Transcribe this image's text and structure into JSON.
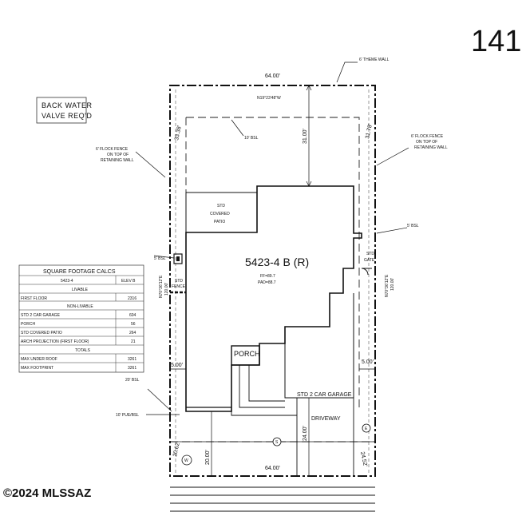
{
  "lot_number": "141",
  "note_box": {
    "line1": "BACK WATER",
    "line2": "VALVE REQ'D"
  },
  "dimensions": {
    "top_width": "64.00'",
    "bottom_width": "64.00'",
    "bearing_top": "N19°23'48\"W",
    "left_top_len": "33.38'",
    "right_top_len": "31.78'",
    "rear_setback": "31.00'",
    "left_bearing": "N70°36'12\"E",
    "left_length": "120.00'",
    "right_bearing": "N70°36'12\"E",
    "right_length": "120.00'",
    "side_left": "5.00'",
    "side_right": "5.00'",
    "front_left": "20.00'",
    "driveway_len": "24.00'",
    "front_corner_left": "20.62'",
    "front_corner_right": "24.52'"
  },
  "labels": {
    "theme_wall": "6' THEME WALL",
    "rear_bsl": "10' BSL",
    "left_fence_1": "6' FLOCK FENCE",
    "left_fence_2": "ON TOP OF",
    "left_fence_3": "RETAINING WALL",
    "right_fence_1": "6' FLOCK FENCE",
    "right_fence_2": "ON TOP OF",
    "right_fence_3": "RETAINING WALL",
    "left_bsl": "5' BSL",
    "right_bsl": "5' BSL",
    "front_bsl": "20' BSL",
    "pue_bsl": "10' PUE/BSL",
    "std_fence_1": "STD",
    "std_fence_2": "FENCE",
    "std_gate_1": "STD",
    "std_gate_2": "GATE",
    "patio_1": "STD",
    "patio_2": "COVERED",
    "patio_3": "PATIO",
    "model": "5423-4 B (R)",
    "ff": "FF=89.7",
    "pad": "PAD=88.7",
    "porch": "PORCH",
    "garage": "STD 2 CAR GARAGE",
    "driveway": "DRIVEWAY",
    "marker_s": "S",
    "marker_w": "W",
    "marker_e": "E"
  },
  "sqft_table": {
    "title": "SQUARE FOOTAGE CALCS",
    "model": "5423-4",
    "elev": "ELEV B",
    "livable_header": "LIVABLE",
    "livable_rows": [
      {
        "label": "FIRST FLOOR",
        "value": "2316"
      }
    ],
    "nonlivable_header": "NON-LIVABLE",
    "nonlivable_rows": [
      {
        "label": "STD 2 CAR GARAGE",
        "value": "604"
      },
      {
        "label": "PORCH",
        "value": "56"
      },
      {
        "label": "STD COVERED PATIO",
        "value": "264"
      },
      {
        "label": "ARCH PROJECTION (FIRST FLOOR)",
        "value": "21"
      }
    ],
    "totals_header": "TOTALS",
    "totals_rows": [
      {
        "label": "MAX UNDER ROOF",
        "value": "3261"
      },
      {
        "label": "MAX FOOTPRINT",
        "value": "3261"
      }
    ]
  },
  "copyright": "©2024 MLSSAZ"
}
